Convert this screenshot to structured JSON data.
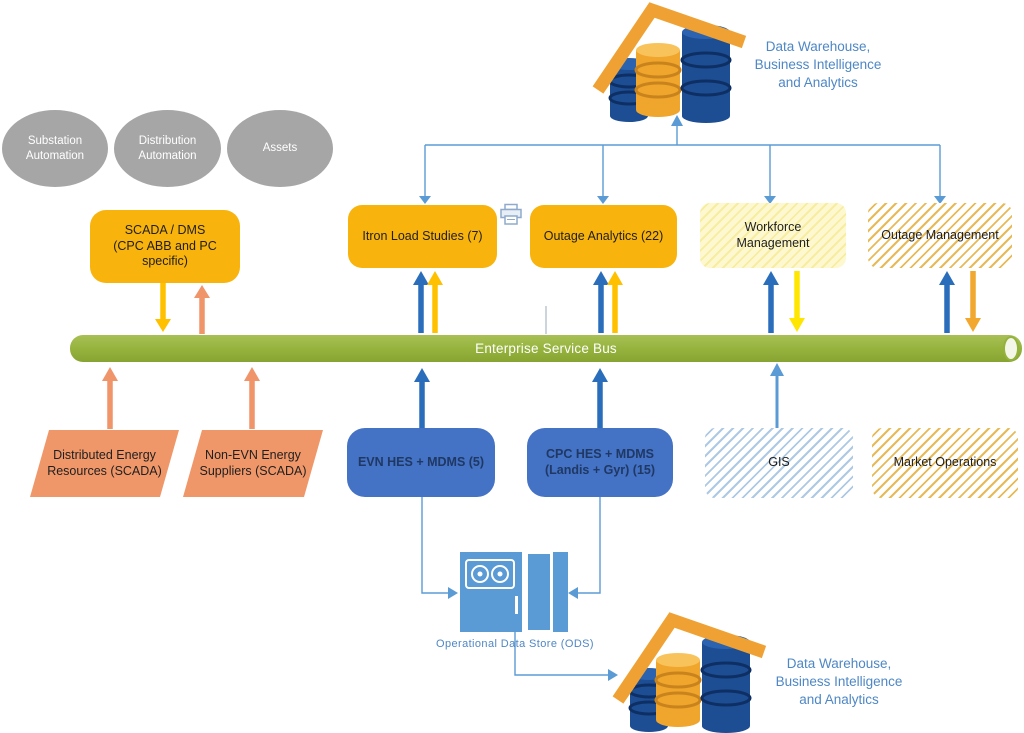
{
  "colors": {
    "gold": "#F9B30D",
    "orange": "#F0976A",
    "blue_box": "#4472C4",
    "blue_box_text": "#1F3864",
    "esb_green": "#94B23C",
    "connector_blue": "#5B9BD5",
    "arrow_blue": "#2A6EBB",
    "arrow_gold": "#FFC000",
    "arrow_yellow": "#FFE600",
    "arrow_orange": "#F2A72E",
    "arrow_salmon": "#F0946A",
    "gray_ellipse": "#A6A6A6",
    "hatch_yellow": "#E8BA55",
    "hatch_blue": "#AEC9E4",
    "dw_text": "#4E87C5",
    "db_navy": "#1D4E94",
    "db_gold": "#F0A52C"
  },
  "ellipses": [
    {
      "label": "Substation\nAutomation"
    },
    {
      "label": "Distribution\nAutomation"
    },
    {
      "label": "Assets"
    }
  ],
  "boxes": {
    "scada_dms": {
      "label": "SCADA / DMS\n(CPC ABB and PC\nspecific)"
    },
    "itron": {
      "label": "Itron Load Studies (7)"
    },
    "outage_analytics": {
      "label": "Outage Analytics (22)"
    },
    "workforce": {
      "label": "Workforce\nManagement"
    },
    "outage_mgmt": {
      "label": "Outage Management"
    },
    "der": {
      "label": "Distributed Energy\nResources (SCADA)"
    },
    "non_evn": {
      "label": "Non-EVN Energy\nSuppliers (SCADA)"
    },
    "evn_hes": {
      "label": "EVN HES + MDMS (5)"
    },
    "cpc_hes": {
      "label": "CPC HES + MDMS\n(Landis + Gyr) (15)"
    },
    "gis": {
      "label": "GIS"
    },
    "market_ops": {
      "label": "Market Operations"
    }
  },
  "esb": {
    "label": "Enterprise Service Bus"
  },
  "data_warehouse_top": {
    "label": "Data Warehouse,\nBusiness Intelligence\nand Analytics"
  },
  "data_warehouse_bottom": {
    "label": "Data Warehouse,\nBusiness Intelligence\nand Analytics"
  },
  "ods": {
    "label": "Operational Data Store (ODS)"
  }
}
